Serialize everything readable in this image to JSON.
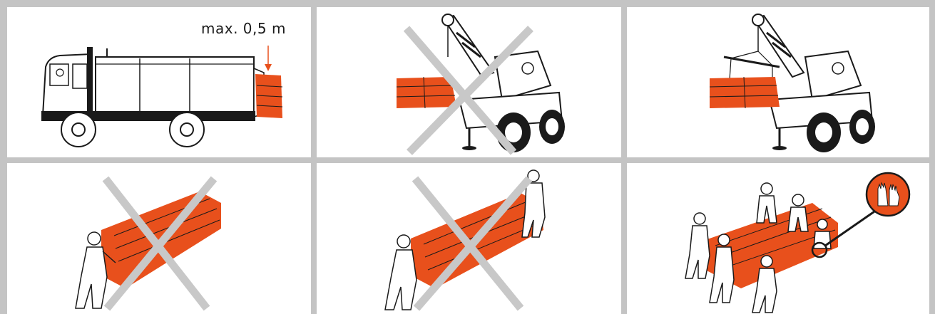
{
  "panels": [
    {
      "id": "truck-overhang",
      "label": "max. 0,5 m",
      "crossed": false
    },
    {
      "id": "crane-unsupported-load",
      "crossed": true
    },
    {
      "id": "crane-with-spreader-beam",
      "crossed": false
    },
    {
      "id": "single-person-carrying",
      "crossed": true
    },
    {
      "id": "two-person-carrying",
      "crossed": true
    },
    {
      "id": "team-carrying-with-gloves",
      "crossed": false
    }
  ],
  "colors": {
    "tile": "#e8501c",
    "cross": "#c8c8c8",
    "line": "#1a1a1a",
    "border": "#c4c4c4"
  },
  "icons": {
    "gloves": "gloves-icon",
    "arrow": "arrow-down-icon"
  }
}
